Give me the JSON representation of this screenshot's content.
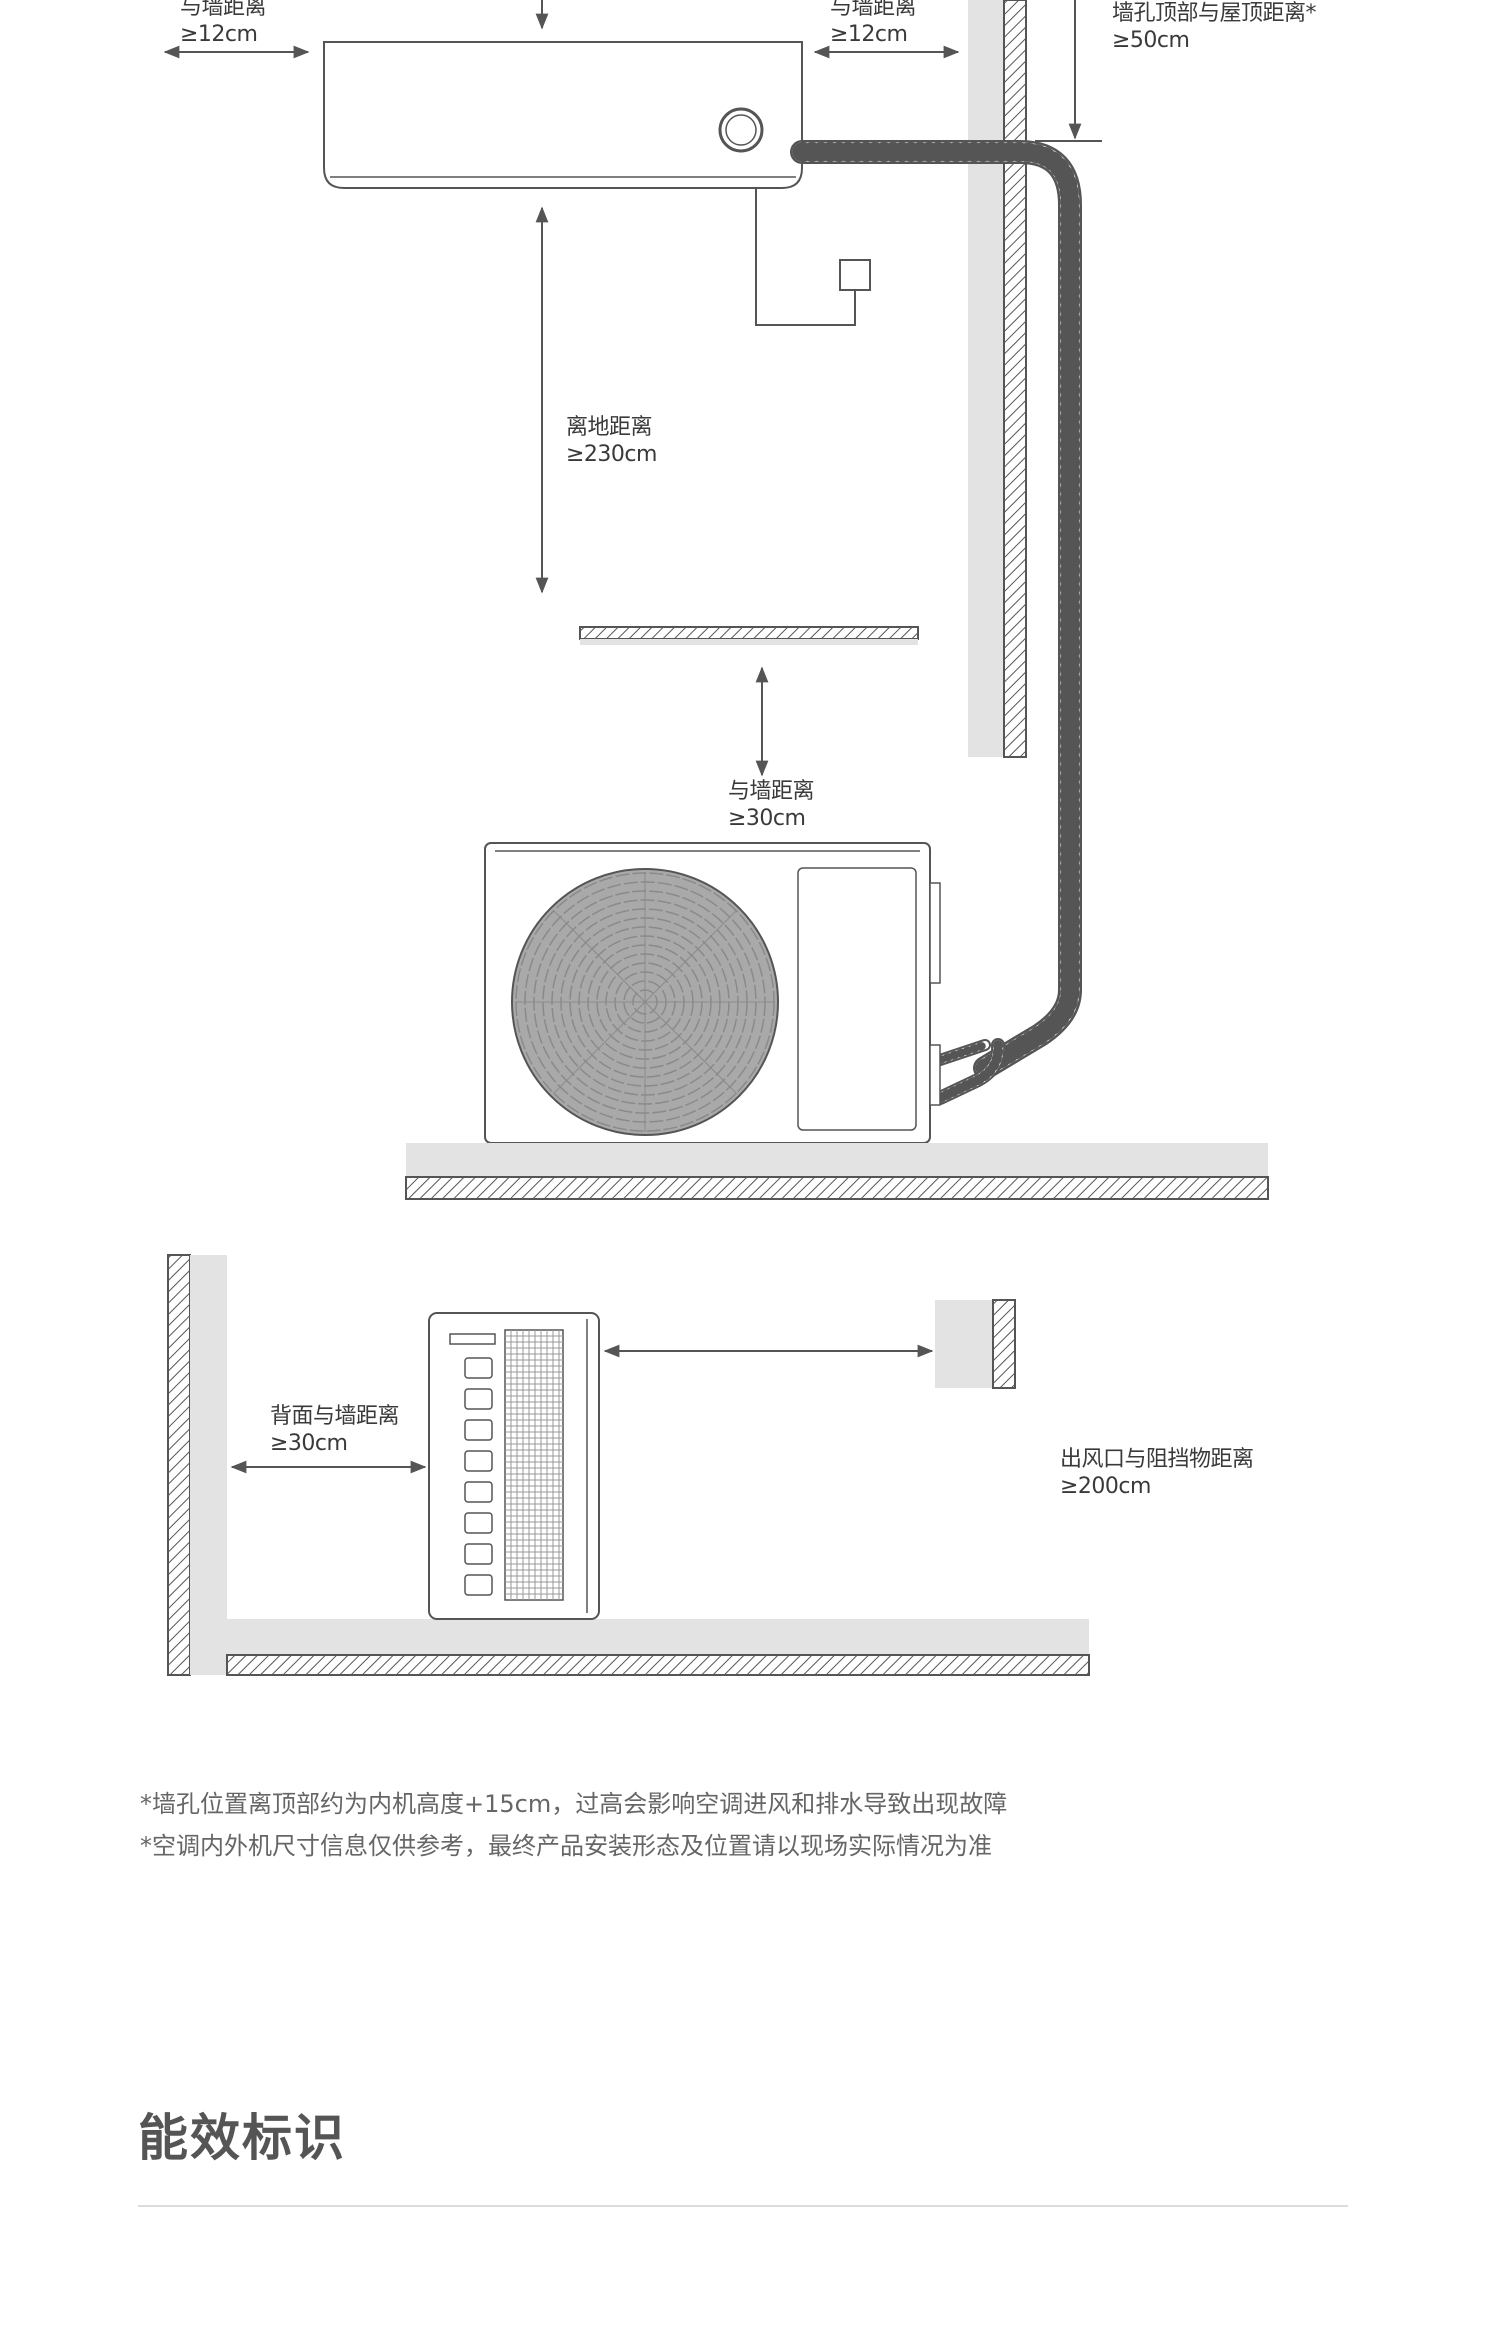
{
  "labels": {
    "left_wall_top": [
      "与墙距离",
      "≥12cm"
    ],
    "right_wall_top": [
      "与墙距离",
      "≥12cm"
    ],
    "roof_hole": [
      "墙孔顶部与屋顶距离*",
      "≥50cm"
    ],
    "floor": [
      "离地距离",
      "≥230cm"
    ],
    "outdoor_top": [
      "与墙距离",
      "≥30cm"
    ],
    "outdoor_back": [
      "背面与墙距离",
      "≥30cm"
    ],
    "outlet": [
      "出风口与阻挡物距离",
      "≥200cm"
    ]
  },
  "notes": [
    "*墙孔位置离顶部约为内机高度+15cm，过高会影响空调进风和排水导致出现故障",
    "*空调内外机尺寸信息仅供参考，最终产品安装形态及位置请以现场实际情况为准"
  ],
  "section": {
    "title": "能效标识"
  },
  "colors": {
    "line": "#555555",
    "fill_light": "#e3e3e3",
    "fan": "#a9a9a9",
    "text": "#3a3a3a"
  }
}
